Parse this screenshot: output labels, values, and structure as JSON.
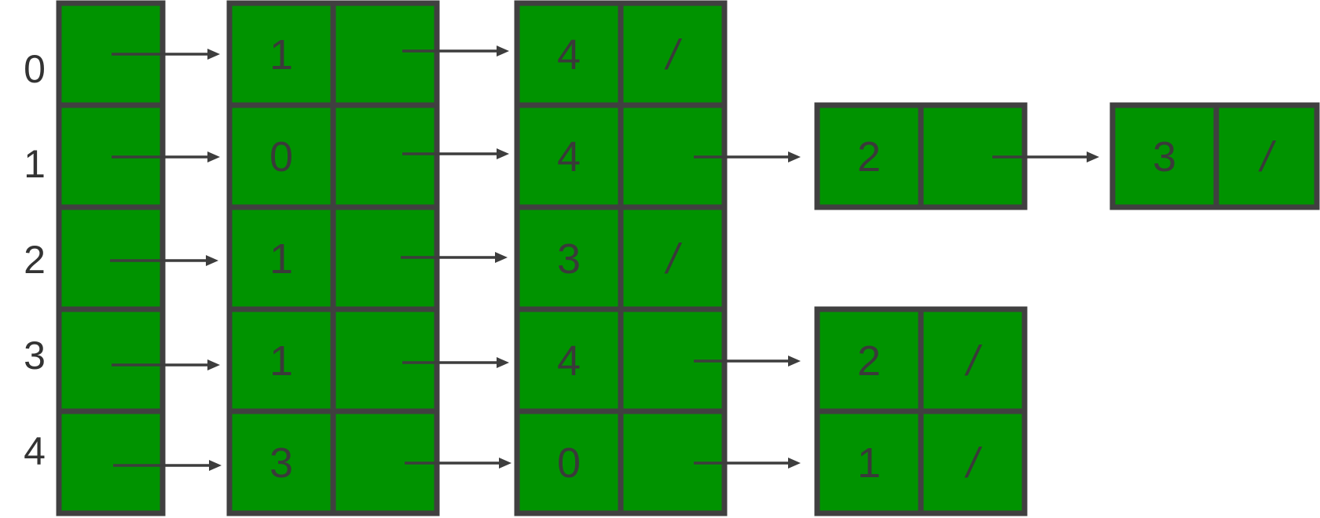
{
  "colors": {
    "cell_fill": "#009300",
    "cell_border": "#404040",
    "arrow": "#3d3d3d",
    "text": "#3a3a3a"
  },
  "indices": [
    "0",
    "1",
    "2",
    "3",
    "4"
  ],
  "column1": [
    {
      "value": "1"
    },
    {
      "value": "0"
    },
    {
      "value": "1"
    },
    {
      "value": "1"
    },
    {
      "value": "3"
    }
  ],
  "column2": [
    {
      "value": "4",
      "next": "/"
    },
    {
      "value": "4",
      "next": ""
    },
    {
      "value": "3",
      "next": "/"
    },
    {
      "value": "4",
      "next": ""
    },
    {
      "value": "0",
      "next": ""
    }
  ],
  "row1_node3": {
    "value": "2",
    "next": ""
  },
  "row1_node4": {
    "value": "3",
    "next": "/"
  },
  "row3_node3": {
    "value": "2",
    "next": "/"
  },
  "row4_node3": {
    "value": "1",
    "next": "/"
  }
}
